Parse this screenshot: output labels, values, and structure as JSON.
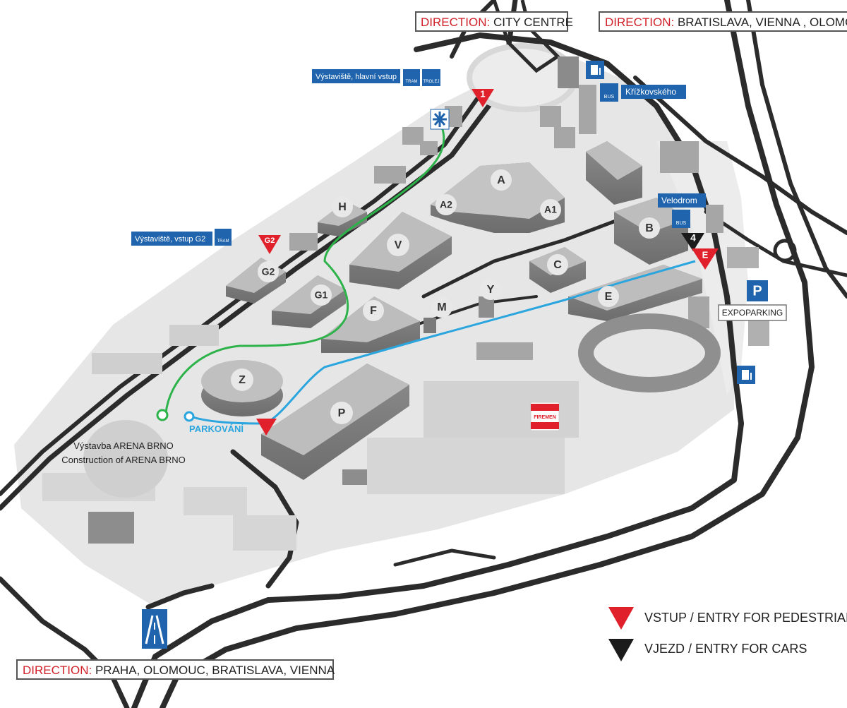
{
  "directions": {
    "city_centre": {
      "prefix": "DIRECTION:",
      "text": " CITY CENTRE"
    },
    "bratislava": {
      "prefix": "DIRECTION:",
      "text": " BRATISLAVA, VIENNA , OLOMOUC"
    },
    "praha": {
      "prefix": "DIRECTION:",
      "text": " PRAHA, OLOMOUC, BRATISLAVA, VIENNA"
    }
  },
  "halls": [
    "A",
    "A2",
    "A1",
    "B",
    "C",
    "E",
    "F",
    "G2",
    "G1",
    "H",
    "M",
    "P",
    "V",
    "Y",
    "Z"
  ],
  "entries": {
    "one": "1",
    "g2": "G2",
    "e": "E",
    "four": "4"
  },
  "transit": {
    "main_entrance": "Výstaviště, hlavní vstup",
    "g2_entrance": "Výstaviště, vstup G2",
    "krizkovskeho": "Křížkovského",
    "velodrom": "Velodrom",
    "tram": "TRAM",
    "trolej": "TROLEJ",
    "bus": "BUS"
  },
  "places": {
    "parking": "PARKOVÁNÍ",
    "arena_cz": "Výstavba ARENA BRNO",
    "arena_en": "Construction of ARENA BRNO",
    "expoparking": "EXPOPARKING",
    "firemen": "FIREMEN",
    "parking_sign": "P"
  },
  "legend": {
    "pedestrian": "VSTUP / ENTRY FOR PEDESTRIAN",
    "cars": "VJEZD / ENTRY FOR CARS"
  },
  "colors": {
    "direction_red": "#d0202a",
    "entry_red": "#e0202a",
    "route_green": "#2db34a",
    "route_blue": "#2aa5de",
    "sign_blue": "#1f64ad",
    "road": "#2b2b2b",
    "ground": "#e4e4e4",
    "building_top": "#bdbdbd"
  }
}
